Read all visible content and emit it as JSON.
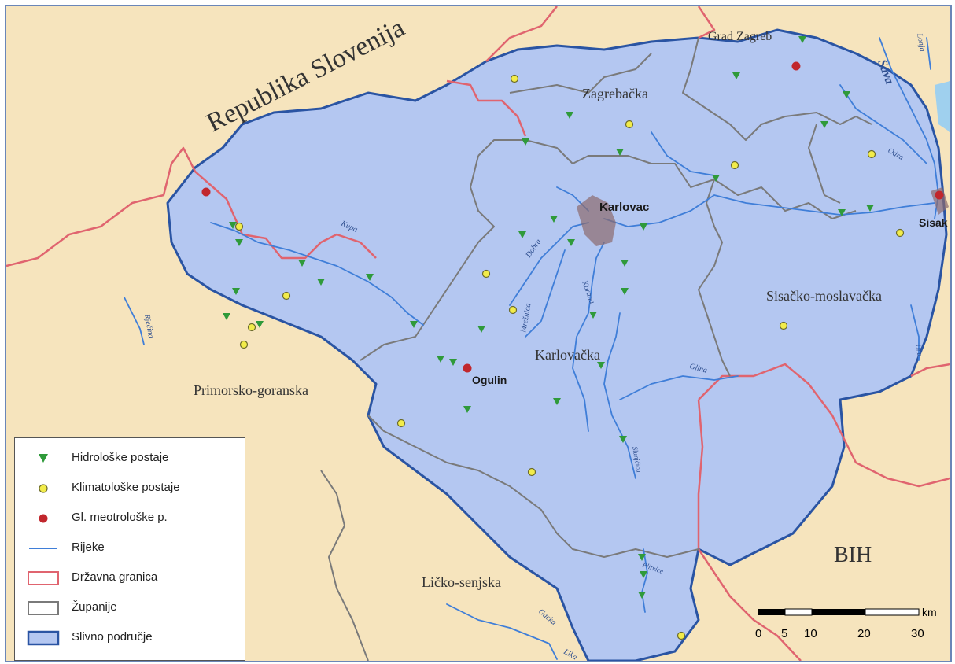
{
  "colors": {
    "land": "#f6e4bd",
    "catchment": "#b4c7f1",
    "catchment_border": "#2a54a3",
    "state_border": "#e0646f",
    "county_border": "#8a8a8a",
    "river": "#3f7ed8",
    "hydro_station": "#2f9a3a",
    "climate_station": "#f2ec4a",
    "main_station": "#c1272d",
    "sea": "#9fd0ee"
  },
  "labels": {
    "country_slovenia": "Republika Slovenija",
    "country_bih": "BIH",
    "county_zagreb_city": "Grad Zagreb",
    "county_zagrebacka": "Zagrebačka",
    "county_karlovacka": "Karlovačka",
    "county_sisacko": "Sisačko-moslavačka",
    "county_primorsko": "Primorsko-goranska",
    "county_licko": "Ličko-senjska",
    "city_karlovac": "Karlovac",
    "city_ogulin": "Ogulin",
    "city_sisak": "Sisak",
    "river_sava": "Sava",
    "river_kupa": "Kupa",
    "river_odra": "Odra",
    "river_dobra": "Dobra",
    "river_mreznica": "Mrežnica",
    "river_korana": "Korana",
    "river_glina": "Glina",
    "river_lonja": "Lonja",
    "river_rjecina": "Rječina",
    "river_gacka": "Gacka",
    "river_lika": "Lika",
    "river_plitvice": "Plitvice",
    "river_slunjcica": "Slunjčica",
    "river_una": "Una"
  },
  "legend": {
    "items": [
      {
        "label": "Hidrološke postaje",
        "symbol": "hydro-triangle-icon"
      },
      {
        "label": "Klimatološke postaje",
        "symbol": "climate-circle-icon"
      },
      {
        "label": "Gl. meotrološke p.",
        "symbol": "main-station-dot-icon"
      },
      {
        "label": "Rijeke",
        "symbol": "river-line-icon"
      },
      {
        "label": "Državna granica",
        "symbol": "state-border-box-icon"
      },
      {
        "label": "Županije",
        "symbol": "county-box-icon"
      },
      {
        "label": "Slivno područje",
        "symbol": "catchment-box-icon"
      }
    ]
  },
  "scale": {
    "unit": "km",
    "ticks": [
      "0",
      "5",
      "10",
      "20",
      "30"
    ]
  }
}
